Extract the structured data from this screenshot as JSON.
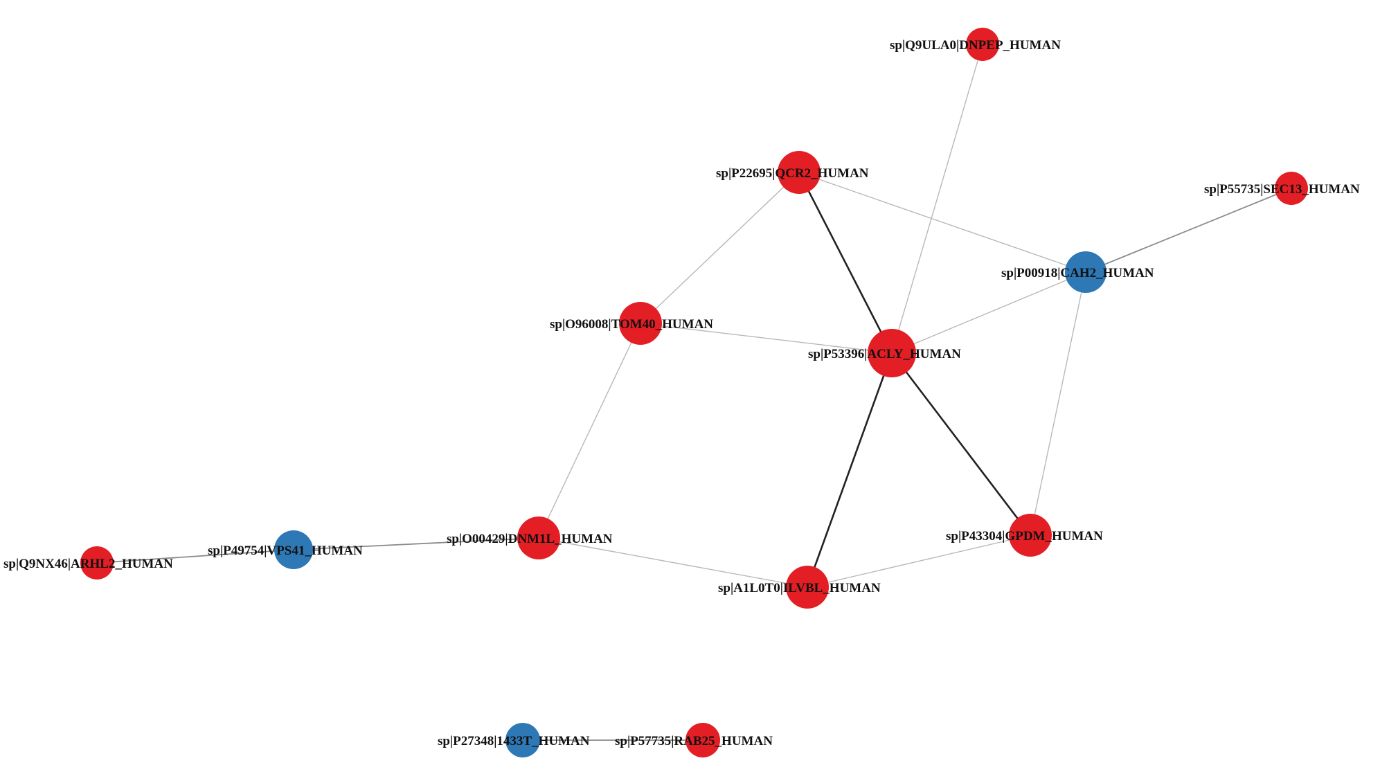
{
  "colors": {
    "up": "#e31e24",
    "down": "#2e78b5",
    "edge_light": "#b8b8b8",
    "edge_dark": "#222222",
    "label": "#111111"
  },
  "nodes": [
    {
      "id": "DNPEP",
      "label": "sp|Q9ULA0|DNPEP_HUMAN",
      "group": "up"
    },
    {
      "id": "QCR2",
      "label": "sp|P22695|QCR2_HUMAN",
      "group": "up"
    },
    {
      "id": "SEC13",
      "label": "sp|P55735|SEC13_HUMAN",
      "group": "up"
    },
    {
      "id": "CAH2",
      "label": "sp|P00918|CAH2_HUMAN",
      "group": "down"
    },
    {
      "id": "TOM40",
      "label": "sp|O96008|TOM40_HUMAN",
      "group": "up"
    },
    {
      "id": "ACLY",
      "label": "sp|P53396|ACLY_HUMAN",
      "group": "up"
    },
    {
      "id": "GPDM",
      "label": "sp|P43304|GPDM_HUMAN",
      "group": "up"
    },
    {
      "id": "DNM1L",
      "label": "sp|O00429|DNM1L_HUMAN",
      "group": "up"
    },
    {
      "id": "VPS41",
      "label": "sp|P49754|VPS41_HUMAN",
      "group": "down"
    },
    {
      "id": "ARHL2",
      "label": "sp|Q9NX46|ARHL2_HUMAN",
      "group": "up"
    },
    {
      "id": "ILVBL",
      "label": "sp|A1L0T0|ILVBL_HUMAN",
      "group": "up"
    },
    {
      "id": "1433T",
      "label": "sp|P27348|1433T_HUMAN",
      "group": "down"
    },
    {
      "id": "RAB25",
      "label": "sp|P57735|RAB25_HUMAN",
      "group": "up"
    }
  ],
  "edges": [
    {
      "source": "DNPEP",
      "target": "ACLY",
      "strength": "weak"
    },
    {
      "source": "QCR2",
      "target": "ACLY",
      "strength": "strong"
    },
    {
      "source": "QCR2",
      "target": "TOM40",
      "strength": "weak"
    },
    {
      "source": "QCR2",
      "target": "CAH2",
      "strength": "weak"
    },
    {
      "source": "SEC13",
      "target": "CAH2",
      "strength": "medium"
    },
    {
      "source": "CAH2",
      "target": "ACLY",
      "strength": "weak"
    },
    {
      "source": "CAH2",
      "target": "GPDM",
      "strength": "weak"
    },
    {
      "source": "TOM40",
      "target": "ACLY",
      "strength": "weak"
    },
    {
      "source": "TOM40",
      "target": "DNM1L",
      "strength": "weak"
    },
    {
      "source": "ACLY",
      "target": "GPDM",
      "strength": "strong"
    },
    {
      "source": "ACLY",
      "target": "ILVBL",
      "strength": "strong"
    },
    {
      "source": "GPDM",
      "target": "ILVBL",
      "strength": "weak"
    },
    {
      "source": "DNM1L",
      "target": "ILVBL",
      "strength": "weak"
    },
    {
      "source": "DNM1L",
      "target": "VPS41",
      "strength": "medium"
    },
    {
      "source": "VPS41",
      "target": "ARHL2",
      "strength": "medium"
    },
    {
      "source": "1433T",
      "target": "RAB25",
      "strength": "medium"
    }
  ]
}
